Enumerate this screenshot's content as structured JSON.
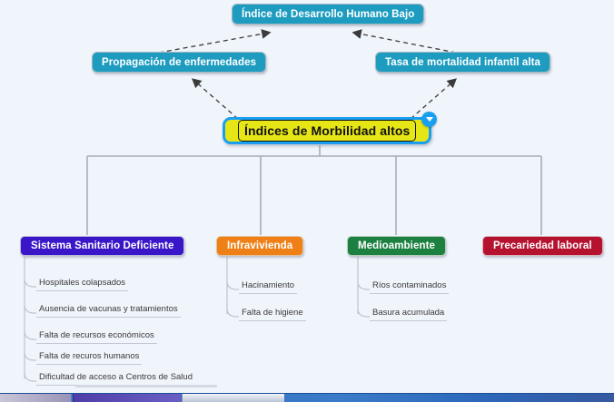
{
  "diagram": {
    "title_node": {
      "label": "Índice de Desarrollo Humano Bajo"
    },
    "mid_nodes": [
      {
        "label": "Propagación de enfermedades"
      },
      {
        "label": "Tasa de mortalidad infantil alta"
      }
    ],
    "center_node": {
      "label": "Índices de Morbilidad altos",
      "badge_icon": "chevron-down-icon",
      "fill_color": "#e6e516",
      "border_color": "#1a9ff0"
    },
    "branches": [
      {
        "label": "Sistema Sanitario Deficiente",
        "color": "#3916c8",
        "leaves": [
          "Hospitales colapsados",
          "Ausencia de vacunas y tratamientos",
          "Falta de recursos económicos",
          "Falta de recuros humanos",
          "Dificultad de acceso a Centros de Salud"
        ]
      },
      {
        "label": "Infravivienda",
        "color": "#ef8017",
        "leaves": [
          "Hacinamiento",
          "Falta de higiene"
        ]
      },
      {
        "label": "Medioambiente",
        "color": "#1c8140",
        "leaves": [
          "Ríos contaminados",
          "Basura acumulada"
        ]
      },
      {
        "label": "Precariedad laboral",
        "color": "#b51230",
        "leaves": []
      }
    ],
    "canvas_background": "#f0f4fb",
    "connector_color": "#a8adb8",
    "dashed_arrow_color": "#444444"
  }
}
